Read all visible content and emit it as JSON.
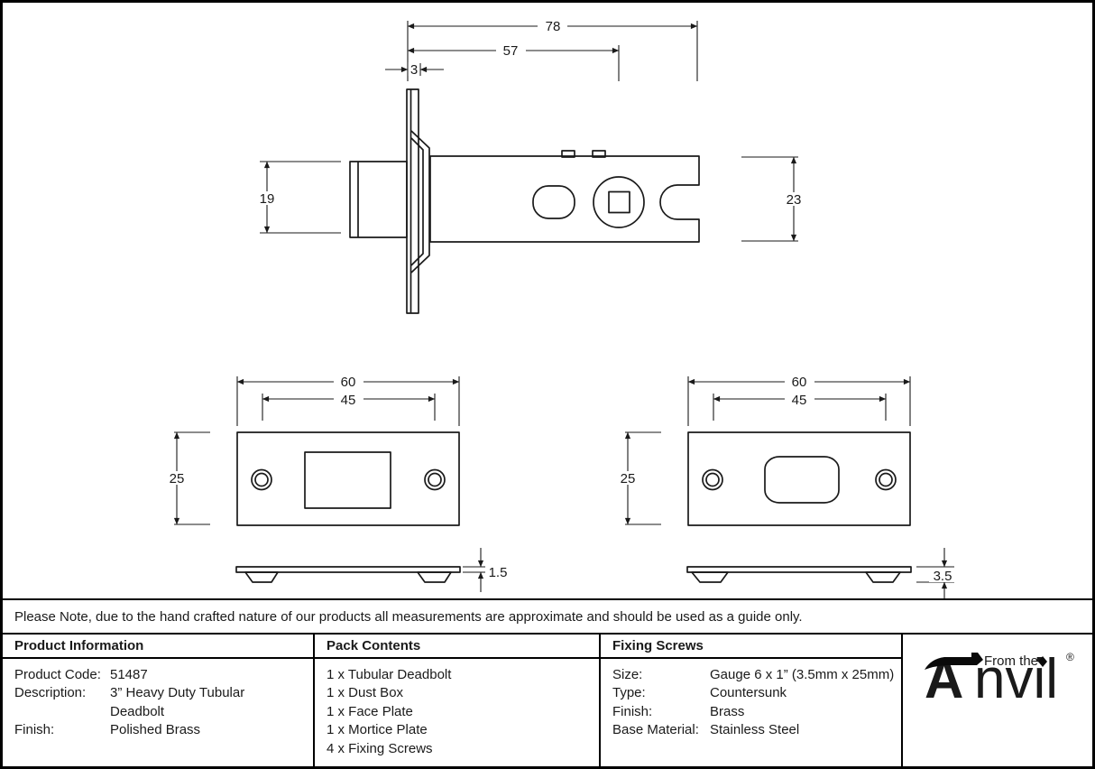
{
  "note": "Please Note, due to the hand crafted nature of our products all measurements are approximate and should be used as a guide only.",
  "drawing": {
    "side_view": {
      "overall_length": "78",
      "backset": "57",
      "faceplate_thickness": "3",
      "bolt_height": "19",
      "body_height": "23"
    },
    "face_plate": {
      "width": "60",
      "screw_spacing": "45",
      "height": "25",
      "thickness": "1.5"
    },
    "mortice_plate": {
      "width": "60",
      "screw_spacing": "45",
      "height": "25",
      "thickness": "3.5"
    }
  },
  "table": {
    "product_information": {
      "header": "Product Information",
      "rows": [
        {
          "label": "Product Code:",
          "value": "51487"
        },
        {
          "label": "Description:",
          "value": "3” Heavy Duty Tubular"
        },
        {
          "label": "",
          "value": "Deadbolt"
        },
        {
          "label": "Finish:",
          "value": "Polished Brass"
        }
      ]
    },
    "pack_contents": {
      "header": "Pack Contents",
      "items": [
        "1 x Tubular Deadbolt",
        "1 x Dust Box",
        "1 x Face Plate",
        "1 x Mortice Plate",
        "4 x Fixing Screws"
      ]
    },
    "fixing_screws": {
      "header": "Fixing Screws",
      "rows": [
        {
          "label": "Size:",
          "value": "Gauge 6 x 1” (3.5mm x 25mm)"
        },
        {
          "label": "Type:",
          "value": "Countersunk"
        },
        {
          "label": "Finish:",
          "value": "Brass"
        },
        {
          "label": "Base Material:",
          "value": "Stainless Steel"
        }
      ]
    }
  },
  "logo": {
    "from_the": "From the",
    "anvil_a": "A",
    "anvil_rest": "nvil",
    "registered": "®"
  }
}
